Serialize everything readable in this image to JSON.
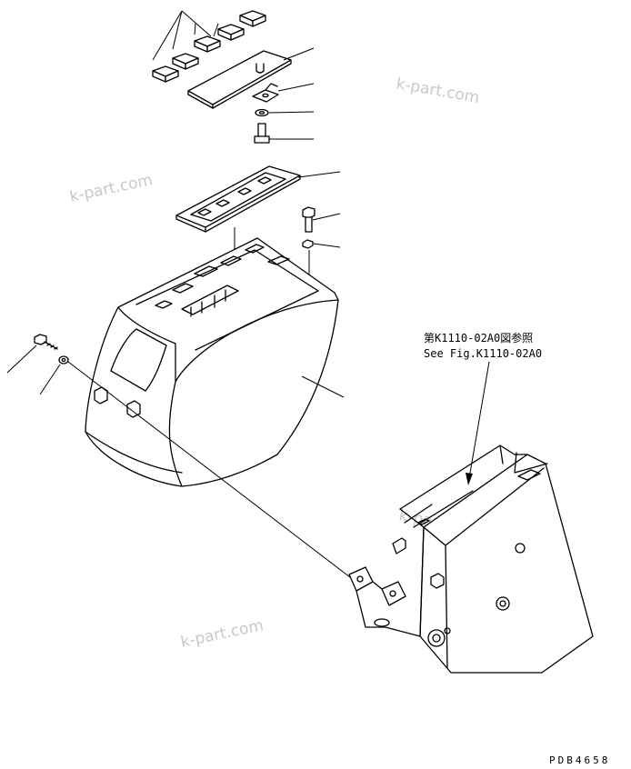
{
  "watermarks": [
    "k-part.com",
    "k-part.com",
    "k-part.com",
    "k-part.com"
  ],
  "reference": {
    "jp": "第K1110-02A0図参照",
    "en": "See Fig.K1110-02A0"
  },
  "drawing_code": "PDB4658"
}
